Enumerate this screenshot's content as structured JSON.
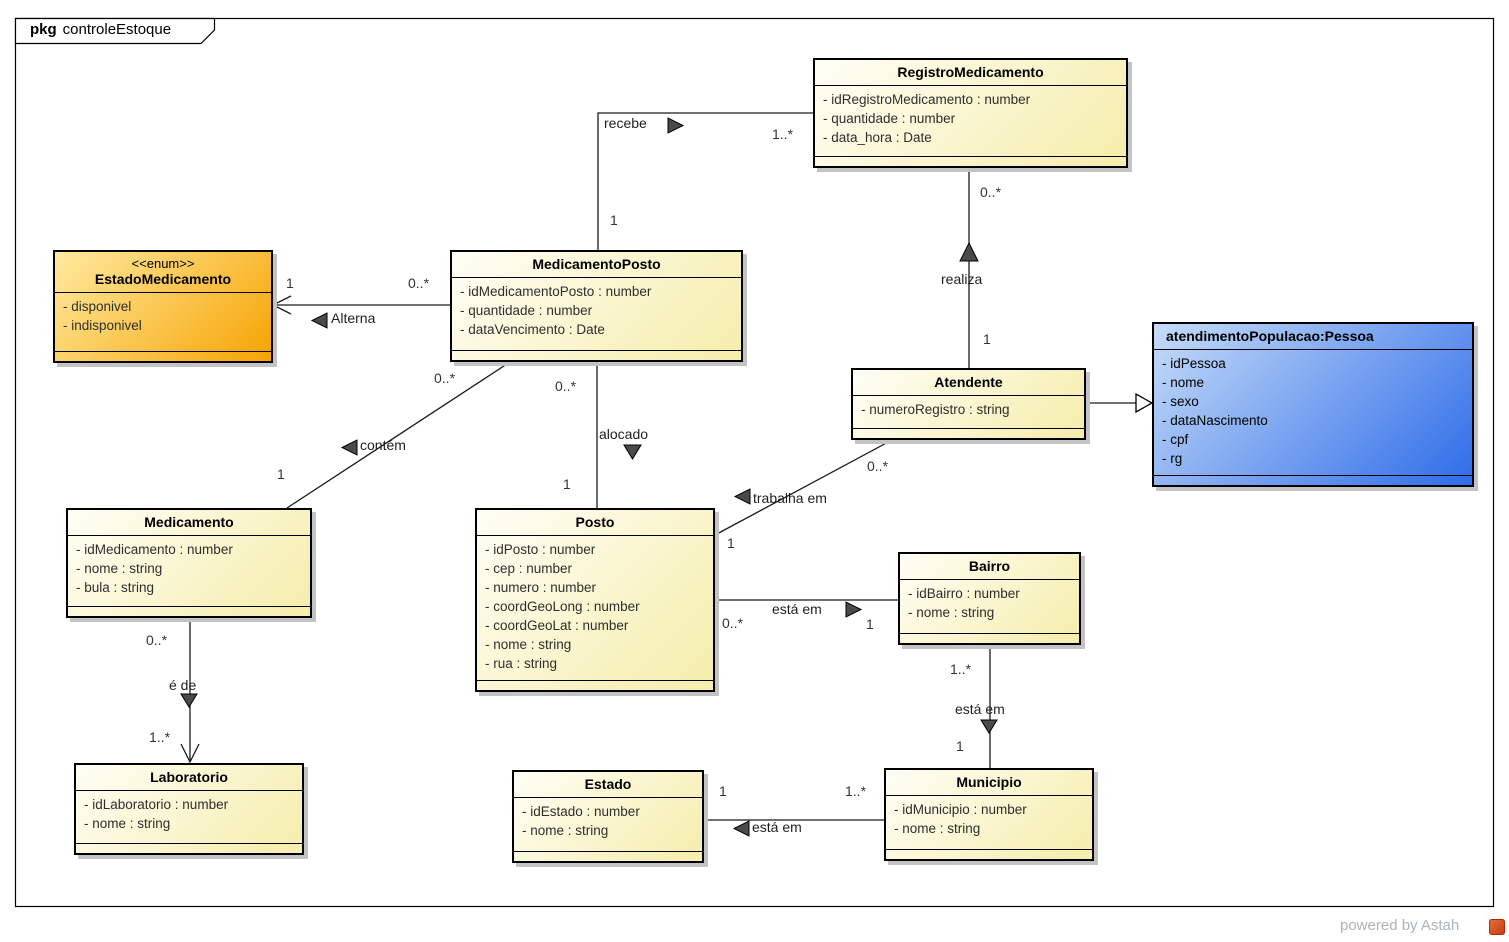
{
  "frame": {
    "keyword": "pkg",
    "title": "controleEstoque"
  },
  "watermark": {
    "text": "powered by Astah",
    "logo_icon": "astah-logo-icon"
  },
  "colors": {
    "class_fill_from": "#fffef6",
    "class_fill_to": "#f5edaa",
    "enum_fill_from": "#ffeaa0",
    "enum_fill_to": "#f5a302",
    "instance_fill_from": "#c6dcf8",
    "instance_fill_to": "#2e6ce8",
    "border": "#000000",
    "shadow": "#c3c3c3",
    "watermark_text": "#a9b3bd"
  },
  "classes": [
    {
      "name": "RegistroMedicamento",
      "attributes": [
        "- idRegistroMedicamento : number",
        "- quantidade : number",
        "- data_hora : Date"
      ]
    },
    {
      "name": "MedicamentoPosto",
      "attributes": [
        "- idMedicamentoPosto : number",
        "- quantidade : number",
        "- dataVencimento : Date"
      ]
    },
    {
      "name": "EstadoMedicamento",
      "stereotype": "<<enum>>",
      "attributes": [
        "- disponivel",
        "- indisponivel"
      ]
    },
    {
      "name": "Medicamento",
      "attributes": [
        "- idMedicamento : number",
        "- nome : string",
        "- bula : string"
      ]
    },
    {
      "name": "Laboratorio",
      "attributes": [
        "- idLaboratorio : number",
        "- nome : string"
      ]
    },
    {
      "name": "Posto",
      "attributes": [
        "- idPosto : number",
        "- cep : number",
        "- numero : number",
        "- coordGeoLong : number",
        "- coordGeoLat : number",
        "- nome : string",
        "- rua : string"
      ]
    },
    {
      "name": "Atendente",
      "attributes": [
        "- numeroRegistro : string"
      ]
    },
    {
      "name": "atendimentoPopulacao:Pessoa",
      "attributes": [
        "- idPessoa",
        "- nome",
        "- sexo",
        "- dataNascimento",
        "- cpf",
        "- rg"
      ]
    },
    {
      "name": "Bairro",
      "attributes": [
        "- idBairro : number",
        "- nome : string"
      ]
    },
    {
      "name": "Estado",
      "attributes": [
        "- idEstado : number",
        "- nome : string"
      ]
    },
    {
      "name": "Municipio",
      "attributes": [
        "- idMunicipio : number",
        "- nome : string"
      ]
    }
  ],
  "associations": [
    {
      "name": "recebe",
      "type": "association",
      "from": "MedicamentoPosto",
      "to": "RegistroMedicamento",
      "from_mult": "1",
      "to_mult": "1..*"
    },
    {
      "name": "realiza",
      "type": "association",
      "from": "Atendente",
      "to": "RegistroMedicamento",
      "from_mult": "1",
      "to_mult": "0..*"
    },
    {
      "name": "Alterna",
      "type": "association",
      "from": "MedicamentoPosto",
      "to": "EstadoMedicamento",
      "from_mult": "0..*",
      "to_mult": "1"
    },
    {
      "name": "contém",
      "type": "association",
      "from": "MedicamentoPosto",
      "to": "Medicamento",
      "from_mult": "0..*",
      "to_mult": "1"
    },
    {
      "name": "alocado",
      "type": "association",
      "from": "MedicamentoPosto",
      "to": "Posto",
      "from_mult": "0..*",
      "to_mult": "1"
    },
    {
      "name": "trabalha em",
      "type": "association",
      "from": "Atendente",
      "to": "Posto",
      "from_mult": "0..*",
      "to_mult": "1"
    },
    {
      "name": "está em",
      "type": "association",
      "from": "Posto",
      "to": "Bairro",
      "from_mult": "0..*",
      "to_mult": "1"
    },
    {
      "name": "está em",
      "type": "association",
      "from": "Bairro",
      "to": "Municipio",
      "from_mult": "1..*",
      "to_mult": "1"
    },
    {
      "name": "está em",
      "type": "association",
      "from": "Municipio",
      "to": "Estado",
      "from_mult": "1..*",
      "to_mult": "1"
    },
    {
      "name": "é de",
      "type": "association",
      "from": "Medicamento",
      "to": "Laboratorio",
      "from_mult": "0..*",
      "to_mult": "1..*"
    },
    {
      "name": "generalization",
      "type": "generalization",
      "from": "Atendente",
      "to": "atendimentoPopulacao:Pessoa",
      "from_mult": "",
      "to_mult": ""
    }
  ]
}
